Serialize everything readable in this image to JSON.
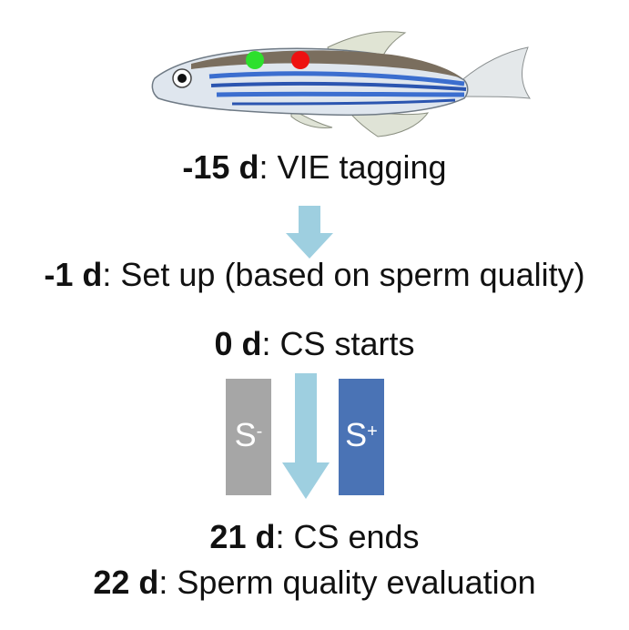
{
  "steps": [
    {
      "day": "-15 d",
      "text": ": VIE tagging"
    },
    {
      "day": "-1 d",
      "text": ": Set up (based on sperm quality)"
    },
    {
      "day": "0 d",
      "text": ": CS starts"
    },
    {
      "day": "21 d",
      "text": ": CS ends"
    },
    {
      "day": "22 d",
      "text": ": Sperm quality evaluation"
    }
  ],
  "groups": {
    "s_minus": {
      "base": "S",
      "sign": "-",
      "color": "#a6a6a6"
    },
    "s_plus": {
      "base": "S",
      "sign": "+",
      "color": "#4a73b5"
    }
  },
  "colors": {
    "arrow": "#9ecfe0",
    "tag_green": "#2de02d",
    "tag_red": "#ee1111"
  }
}
